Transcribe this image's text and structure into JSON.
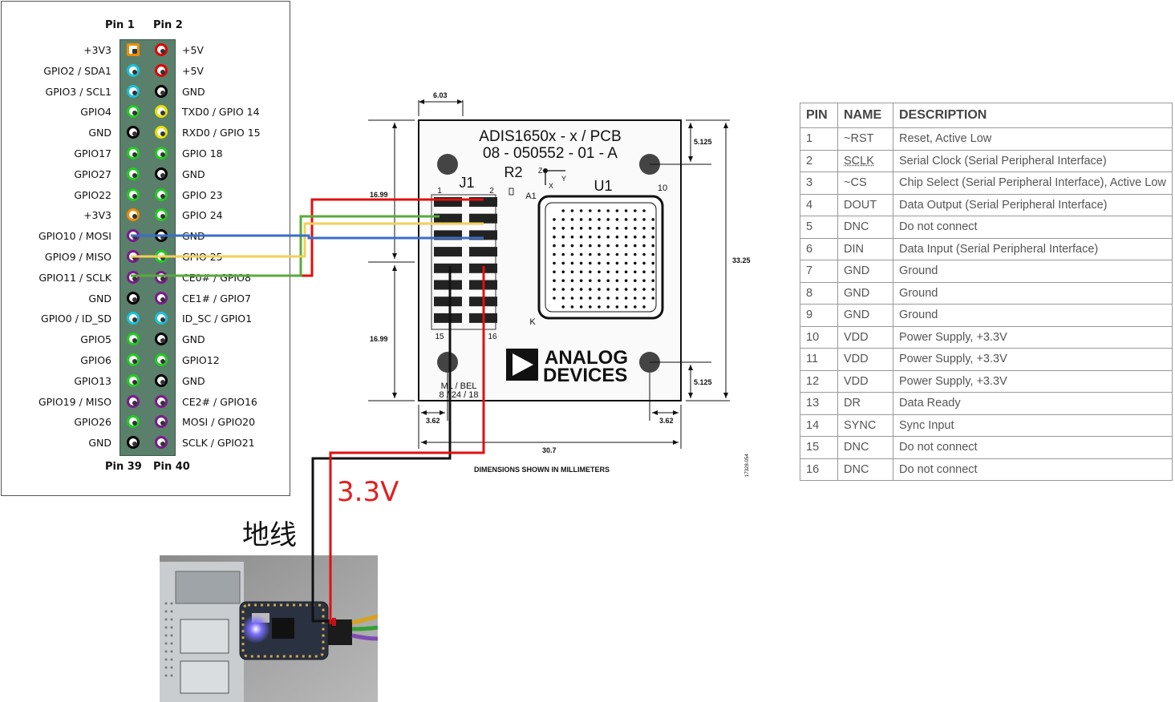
{
  "pi_header": {
    "top_left": "Pin 1",
    "top_right": "Pin 2",
    "bottom_left": "Pin 39",
    "bottom_right": "Pin 40",
    "rows": [
      {
        "left": "+3V3",
        "right": "+5V",
        "lc": "#f08c00",
        "rc": "#e00000",
        "lsq": true
      },
      {
        "left": "GPIO2 / SDA1",
        "right": "+5V",
        "lc": "#19c3d8",
        "rc": "#e00000"
      },
      {
        "left": "GPIO3 / SCL1",
        "right": "GND",
        "lc": "#19c3d8",
        "rc": "#000000"
      },
      {
        "left": "GPIO4",
        "right": "TXD0 / GPIO 14",
        "lc": "#22cc22",
        "rc": "#e8e000"
      },
      {
        "left": "GND",
        "right": "RXD0 / GPIO 15",
        "lc": "#000000",
        "rc": "#e8e000"
      },
      {
        "left": "GPIO17",
        "right": "GPIO 18",
        "lc": "#22cc22",
        "rc": "#22cc22"
      },
      {
        "left": "GPIO27",
        "right": "GND",
        "lc": "#22cc22",
        "rc": "#000000"
      },
      {
        "left": "GPIO22",
        "right": "GPIO 23",
        "lc": "#22cc22",
        "rc": "#22cc22"
      },
      {
        "left": "+3V3",
        "right": "GPIO 24",
        "lc": "#f08c00",
        "rc": "#22cc22"
      },
      {
        "left": "GPIO10 / MOSI",
        "right": "GND",
        "lc": "#7a1a8a",
        "rc": "#000000"
      },
      {
        "left": "GPIO9 / MISO",
        "right": "GPIO 25",
        "lc": "#7a1a8a",
        "rc": "#22cc22"
      },
      {
        "left": "GPIO11 / SCLK",
        "right": "CE0# / GPIO8",
        "lc": "#7a1a8a",
        "rc": "#7a1a8a"
      },
      {
        "left": "GND",
        "right": "CE1# / GPIO7",
        "lc": "#000000",
        "rc": "#7a1a8a"
      },
      {
        "left": "GPIO0 / ID_SD",
        "right": "ID_SC / GPIO1",
        "lc": "#19c3d8",
        "rc": "#19c3d8"
      },
      {
        "left": "GPIO5",
        "right": "GND",
        "lc": "#22cc22",
        "rc": "#000000"
      },
      {
        "left": "GPIO6",
        "right": "GPIO12",
        "lc": "#22cc22",
        "rc": "#22cc22"
      },
      {
        "left": "GPIO13",
        "right": "GND",
        "lc": "#22cc22",
        "rc": "#000000"
      },
      {
        "left": "GPIO19 / MISO",
        "right": "CE2# / GPIO16",
        "lc": "#7a1a8a",
        "rc": "#7a1a8a"
      },
      {
        "left": "GPIO26",
        "right": "MOSI / GPIO20",
        "lc": "#22cc22",
        "rc": "#7a1a8a"
      },
      {
        "left": "GND",
        "right": "SCLK / GPIO21",
        "lc": "#000000",
        "rc": "#7a1a8a"
      }
    ]
  },
  "pcb": {
    "title1": "ADIS1650x - x / PCB",
    "title2": "08 - 050552 - 01 - A",
    "r2": "R2",
    "j1": "J1",
    "u1": "U1",
    "a1": "A1",
    "k": "K",
    "pin1": "1",
    "pin2": "2",
    "pin10": "10",
    "pin15": "15",
    "pin16": "16",
    "axis_z": "Z",
    "axis_x": "X",
    "axis_y": "Y",
    "ml_bel1": "ML / BEL",
    "ml_bel2": "8 / 24 / 18",
    "logo1": "ANALOG",
    "logo2": "DEVICES",
    "dim_603": "6.03",
    "dim_1699a": "16.99",
    "dim_1699b": "16.99",
    "dim_5125a": "5.125",
    "dim_5125b": "5.125",
    "dim_3325": "33.25",
    "dim_362a": "3.62",
    "dim_362b": "3.62",
    "dim_307": "30.7",
    "caption": "DIMENSIONS SHOWN IN MILLIMETERS",
    "code": "17328-054"
  },
  "table": {
    "headers": [
      "PIN",
      "NAME",
      "DESCRIPTION"
    ],
    "rows": [
      [
        "1",
        "~RST",
        "Reset, Active Low"
      ],
      [
        "2",
        "SCLK",
        "Serial Clock (Serial Peripheral Interface)"
      ],
      [
        "3",
        "~CS",
        "Chip Select (Serial Peripheral Interface), Active Low"
      ],
      [
        "4",
        "DOUT",
        "Data Output (Serial Peripheral Interface)"
      ],
      [
        "5",
        "DNC",
        "Do not connect"
      ],
      [
        "6",
        "DIN",
        "Data Input (Serial Peripheral Interface)"
      ],
      [
        "7",
        "GND",
        "Ground"
      ],
      [
        "8",
        "GND",
        "Ground"
      ],
      [
        "9",
        "GND",
        "Ground"
      ],
      [
        "10",
        "VDD",
        "Power Supply, +3.3V"
      ],
      [
        "11",
        "VDD",
        "Power Supply, +3.3V"
      ],
      [
        "12",
        "VDD",
        "Power Supply, +3.3V"
      ],
      [
        "13",
        "DR",
        "Data Ready"
      ],
      [
        "14",
        "SYNC",
        "Sync Input"
      ],
      [
        "15",
        "DNC",
        "Do not connect"
      ],
      [
        "16",
        "DNC",
        "Do not connect"
      ]
    ]
  },
  "labels": {
    "v33": "3.3V",
    "ground": "地线"
  },
  "wire_colors": {
    "red": "#e01010",
    "green": "#5aaa3c",
    "yellow": "#f2cf5a",
    "blue": "#3a6ec8",
    "black": "#111111"
  }
}
